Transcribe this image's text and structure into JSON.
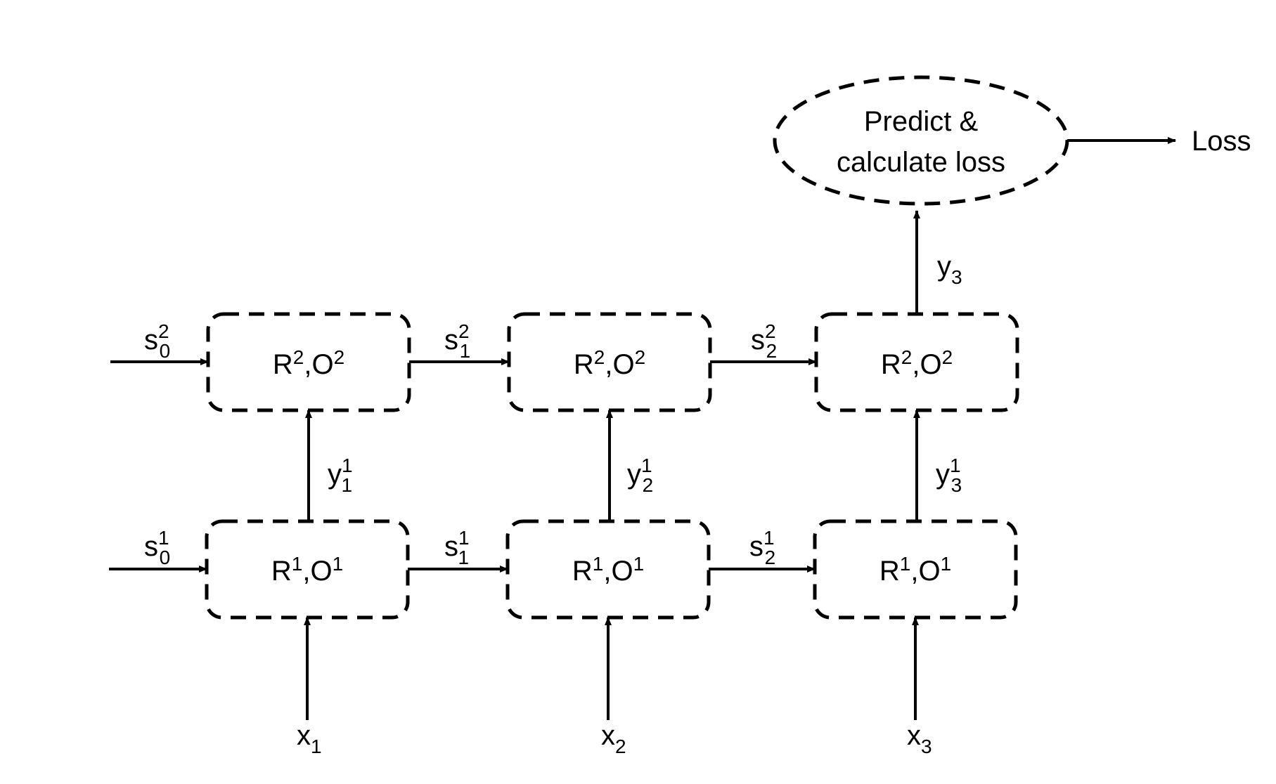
{
  "colors": {
    "stroke": "#000000",
    "background": "#ffffff"
  },
  "predict_node": {
    "line1": "Predict &",
    "line2": "calculate loss"
  },
  "loss_label": "Loss",
  "layer2": {
    "box_base": "R",
    "box_sup": "2",
    "box_sep": ",O",
    "box_sup2": "2",
    "states": [
      {
        "base": "s",
        "sup": "2",
        "sub": "0"
      },
      {
        "base": "s",
        "sup": "2",
        "sub": "1"
      },
      {
        "base": "s",
        "sup": "2",
        "sub": "2"
      }
    ]
  },
  "layer1": {
    "box_base": "R",
    "box_sup": "1",
    "box_sep": ",O",
    "box_sup2": "1",
    "states": [
      {
        "base": "s",
        "sup": "1",
        "sub": "0"
      },
      {
        "base": "s",
        "sup": "1",
        "sub": "1"
      },
      {
        "base": "s",
        "sup": "1",
        "sub": "2"
      }
    ]
  },
  "outputs1": [
    {
      "base": "y",
      "sup": "1",
      "sub": "1"
    },
    {
      "base": "y",
      "sup": "1",
      "sub": "2"
    },
    {
      "base": "y",
      "sup": "1",
      "sub": "3"
    }
  ],
  "output_top": {
    "base": "y",
    "sub": "3"
  },
  "inputs": [
    {
      "base": "x",
      "sub": "1"
    },
    {
      "base": "x",
      "sub": "2"
    },
    {
      "base": "x",
      "sub": "3"
    }
  ]
}
